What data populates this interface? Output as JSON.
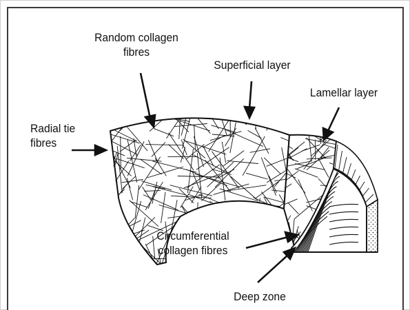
{
  "labels": {
    "random_collagen": [
      "Random collagen",
      "fibres"
    ],
    "superficial_layer": "Superficial layer",
    "lamellar_layer": "Lamellar layer",
    "radial_tie": [
      "Radial tie",
      "fibres"
    ],
    "circumferential": [
      "Circumferential",
      "collagen fibres"
    ],
    "deep_zone": "Deep zone"
  },
  "colors": {
    "line": "#111111",
    "frame": "#3a3a3a",
    "background": "#ffffff"
  }
}
